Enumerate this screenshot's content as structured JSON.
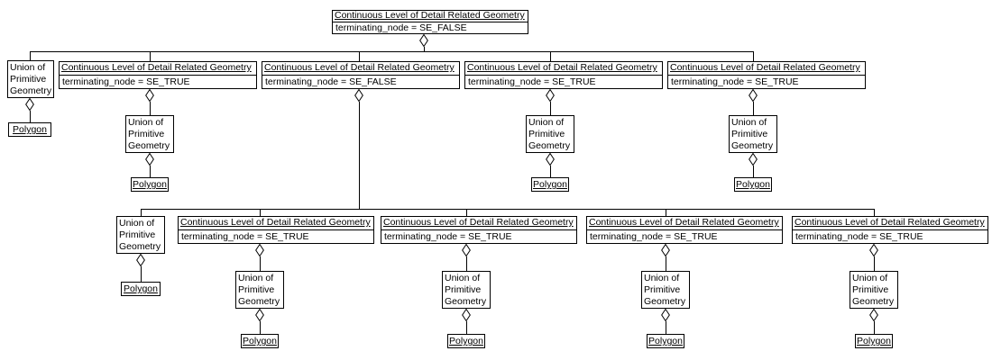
{
  "tree": {
    "title": "Continuous Level of Detail Related Geometry",
    "attribute": "terminating_node = SE_FALSE",
    "children": [
      {
        "title": "Union of Primitive Geometry",
        "children": [
          {
            "title": "Polygon"
          }
        ]
      },
      {
        "title": "Continuous Level of Detail Related Geometry",
        "attribute": "terminating_node = SE_TRUE",
        "children": [
          {
            "title": "Union of Primitive Geometry",
            "children": [
              {
                "title": "Polygon"
              }
            ]
          }
        ]
      },
      {
        "title": "Continuous Level of Detail Related Geometry",
        "attribute": "terminating_node = SE_FALSE",
        "children": [
          {
            "title": "Union of Primitive Geometry",
            "children": [
              {
                "title": "Polygon"
              }
            ]
          },
          {
            "title": "Continuous Level of Detail Related Geometry",
            "attribute": "terminating_node = SE_TRUE",
            "children": [
              {
                "title": "Union of Primitive Geometry",
                "children": [
                  {
                    "title": "Polygon"
                  }
                ]
              }
            ]
          },
          {
            "title": "Continuous Level of Detail Related Geometry",
            "attribute": "terminating_node = SE_TRUE",
            "children": [
              {
                "title": "Union of Primitive Geometry",
                "children": [
                  {
                    "title": "Polygon"
                  }
                ]
              }
            ]
          },
          {
            "title": "Continuous Level of Detail Related Geometry",
            "attribute": "terminating_node = SE_TRUE",
            "children": [
              {
                "title": "Union of Primitive Geometry",
                "children": [
                  {
                    "title": "Polygon"
                  }
                ]
              }
            ]
          },
          {
            "title": "Continuous Level of Detail Related Geometry",
            "attribute": "terminating_node = SE_TRUE",
            "children": [
              {
                "title": "Union of Primitive Geometry",
                "children": [
                  {
                    "title": "Polygon"
                  }
                ]
              }
            ]
          }
        ]
      },
      {
        "title": "Continuous Level of Detail Related Geometry",
        "attribute": "terminating_node = SE_TRUE",
        "children": [
          {
            "title": "Union of Primitive Geometry",
            "children": [
              {
                "title": "Polygon"
              }
            ]
          }
        ]
      },
      {
        "title": "Continuous Level of Detail Related Geometry",
        "attribute": "terminating_node = SE_TRUE",
        "children": [
          {
            "title": "Union of Primitive Geometry",
            "children": [
              {
                "title": "Polygon"
              }
            ]
          }
        ]
      }
    ]
  }
}
